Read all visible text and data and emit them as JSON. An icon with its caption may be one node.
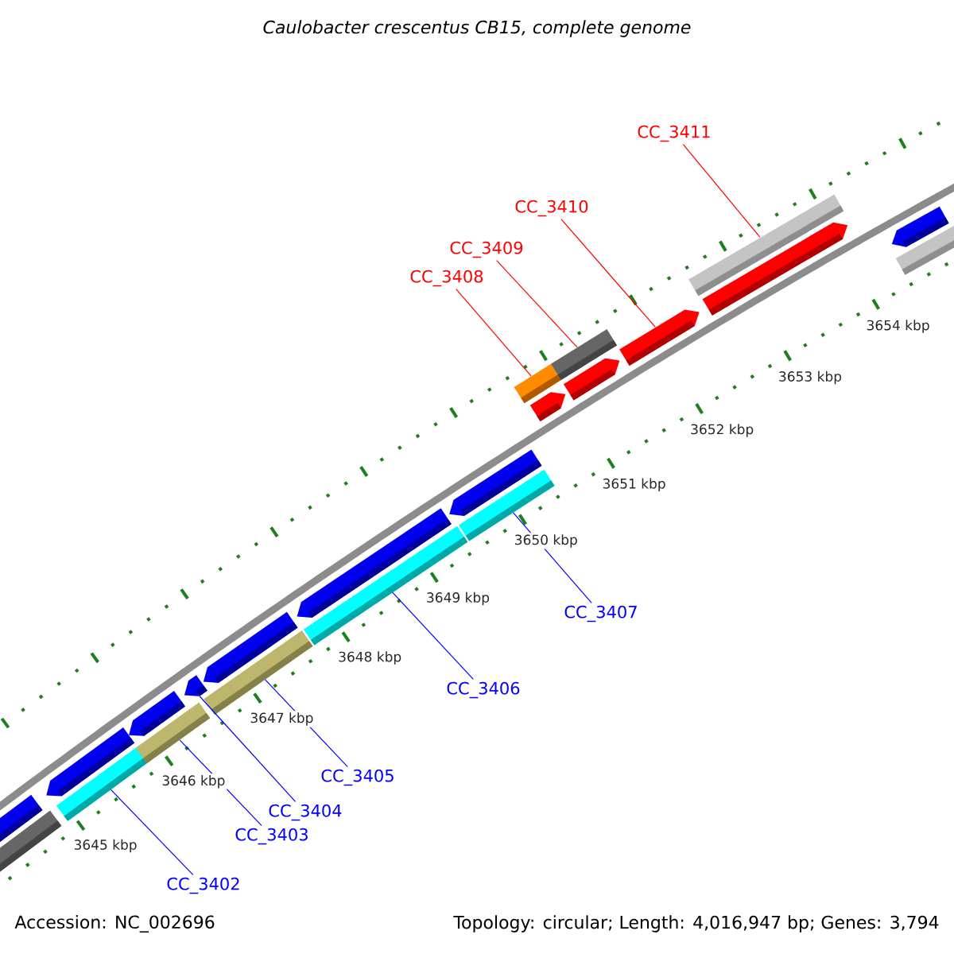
{
  "diagram": {
    "title": "Caulobacter crescentus CB15, complete genome",
    "nodes": [
      {
        "text": [
          "CC_3411"
        ]
      },
      {
        "text": [
          "CC_3410"
        ]
      },
      {
        "text": [
          "CC_3409"
        ]
      },
      {
        "text": [
          "CC_3408"
        ]
      },
      {
        "text": [
          "CC_3407"
        ]
      },
      {
        "text": [
          "CC_3406"
        ]
      },
      {
        "text": [
          "CC_3405"
        ]
      },
      {
        "text": [
          "CC_3404"
        ]
      },
      {
        "text": [
          "CC_3403"
        ]
      },
      {
        "text": [
          "CC_3402"
        ]
      },
      {
        "text": [],
        "shape": "box"
      },
      {
        "text": [],
        "shape": "arrow"
      },
      {
        "text": [],
        "shape": "arrow"
      },
      {
        "text": [],
        "shape": "box"
      },
      {
        "text": [],
        "shape": "box"
      },
      {
        "text": [],
        "shape": "arrow"
      },
      {
        "text": [],
        "shape": "arrow"
      },
      {
        "text": [],
        "shape": "box"
      },
      {
        "text": [],
        "shape": "arrow"
      },
      {
        "text": [],
        "shape": "box"
      },
      {
        "text": [],
        "shape": "arrow"
      },
      {
        "text": [],
        "shape": "box"
      },
      {
        "text": [],
        "shape": "arrow"
      },
      {
        "text": [],
        "shape": "box"
      },
      {
        "text": [],
        "shape": "arrow"
      },
      {
        "text": [],
        "shape": "arrow"
      },
      {
        "text": [],
        "shape": "box"
      },
      {
        "text": [],
        "shape": "arrow"
      },
      {
        "text": [],
        "shape": "box"
      },
      {
        "text": [],
        "shape": "arrow"
      },
      {
        "text": [],
        "shape": "box"
      },
      {
        "text": [],
        "shape": "arrow"
      }
    ],
    "edges": [
      {
        "from": 0,
        "to": 28,
        "arrow": "none",
        "color": "#ff0000"
      },
      {
        "from": 1,
        "to": 27,
        "arrow": "none",
        "color": "#ff0000"
      },
      {
        "from": 2,
        "to": 26,
        "arrow": "none",
        "color": "#ff0000"
      },
      {
        "from": 3,
        "to": 23,
        "arrow": "none",
        "color": "#ff0000"
      },
      {
        "from": 4,
        "to": 21,
        "arrow": "none"
      },
      {
        "from": 5,
        "to": 19,
        "arrow": "none"
      },
      {
        "from": 6,
        "to": 17,
        "arrow": "none"
      },
      {
        "from": 7,
        "to": 16,
        "arrow": "none"
      },
      {
        "from": 8,
        "to": 14,
        "arrow": "none"
      },
      {
        "from": 9,
        "to": 13,
        "arrow": "none"
      }
    ],
    "labels": [
      "3654 kbp",
      "3653 kbp",
      "3652 kbp",
      "3651 kbp",
      "3650 kbp",
      "3649 kbp",
      "3648 kbp",
      "3647 kbp",
      "3646 kbp",
      "3645 kbp",
      "Accession: NC_002696",
      "Topology: circular; Length: 4,016,947 bp; Genes: 3,794"
    ]
  }
}
